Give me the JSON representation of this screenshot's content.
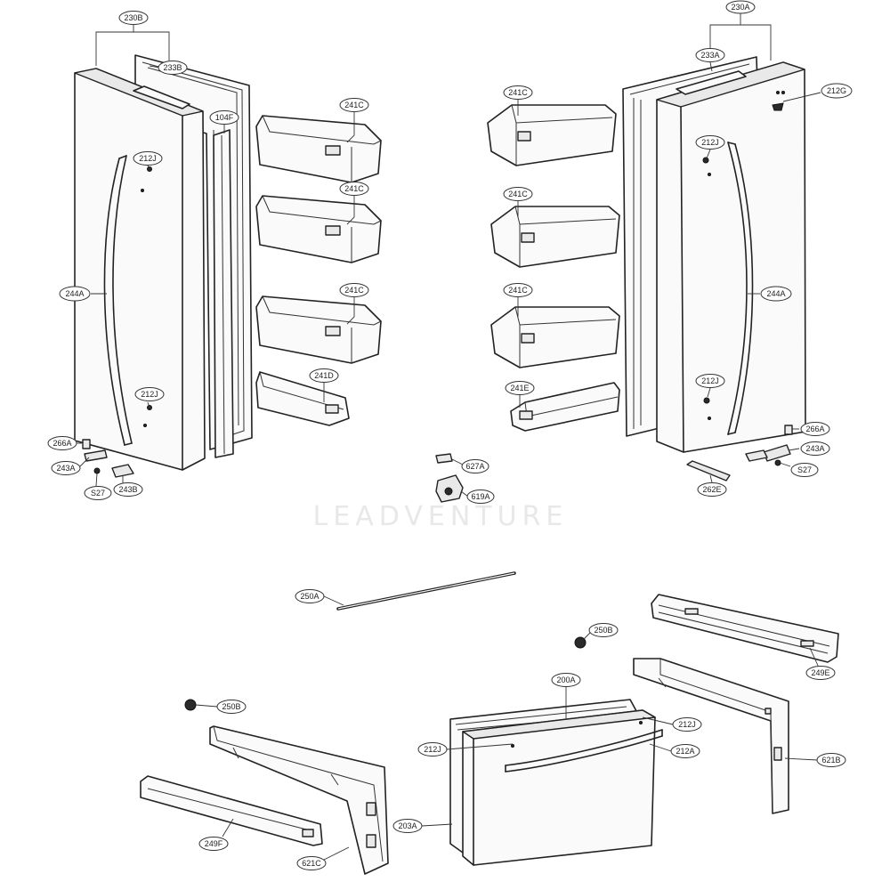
{
  "watermark": "LEADVENTURE",
  "labels": [
    {
      "id": "l230b",
      "text": "230B"
    },
    {
      "id": "l233b",
      "text": "233B"
    },
    {
      "id": "l104f",
      "text": "104F"
    },
    {
      "id": "l212j_lt",
      "text": "212J"
    },
    {
      "id": "l244a_l",
      "text": "244A"
    },
    {
      "id": "l212j_lb",
      "text": "212J"
    },
    {
      "id": "l266a_l",
      "text": "266A"
    },
    {
      "id": "l243a_l",
      "text": "243A"
    },
    {
      "id": "l243b",
      "text": "243B"
    },
    {
      "id": "ls27_l",
      "text": "S27"
    },
    {
      "id": "l241c_l1",
      "text": "241C"
    },
    {
      "id": "l241c_l2",
      "text": "241C"
    },
    {
      "id": "l241c_l3",
      "text": "241C"
    },
    {
      "id": "l241d",
      "text": "241D"
    },
    {
      "id": "l241c_r1",
      "text": "241C"
    },
    {
      "id": "l241c_r2",
      "text": "241C"
    },
    {
      "id": "l241c_r3",
      "text": "241C"
    },
    {
      "id": "l241e",
      "text": "241E"
    },
    {
      "id": "l230a",
      "text": "230A"
    },
    {
      "id": "l233a",
      "text": "233A"
    },
    {
      "id": "l212g",
      "text": "212G"
    },
    {
      "id": "l212j_rt",
      "text": "212J"
    },
    {
      "id": "l244a_r",
      "text": "244A"
    },
    {
      "id": "l212j_rb",
      "text": "212J"
    },
    {
      "id": "l266a_r",
      "text": "266A"
    },
    {
      "id": "l243a_r",
      "text": "243A"
    },
    {
      "id": "ls27_r",
      "text": "S27"
    },
    {
      "id": "l262e",
      "text": "262E"
    },
    {
      "id": "l627a",
      "text": "627A"
    },
    {
      "id": "l619a",
      "text": "619A"
    },
    {
      "id": "l250a",
      "text": "250A"
    },
    {
      "id": "l250b_r",
      "text": "250B"
    },
    {
      "id": "l249e",
      "text": "249E"
    },
    {
      "id": "l250b_l",
      "text": "250B"
    },
    {
      "id": "l200a",
      "text": "200A"
    },
    {
      "id": "l212j_d1",
      "text": "212J"
    },
    {
      "id": "l212j_d2",
      "text": "212J"
    },
    {
      "id": "l212a",
      "text": "212A"
    },
    {
      "id": "l621b",
      "text": "621B"
    },
    {
      "id": "l203a",
      "text": "203A"
    },
    {
      "id": "l249f",
      "text": "249F"
    },
    {
      "id": "l621c",
      "text": "621C"
    }
  ]
}
